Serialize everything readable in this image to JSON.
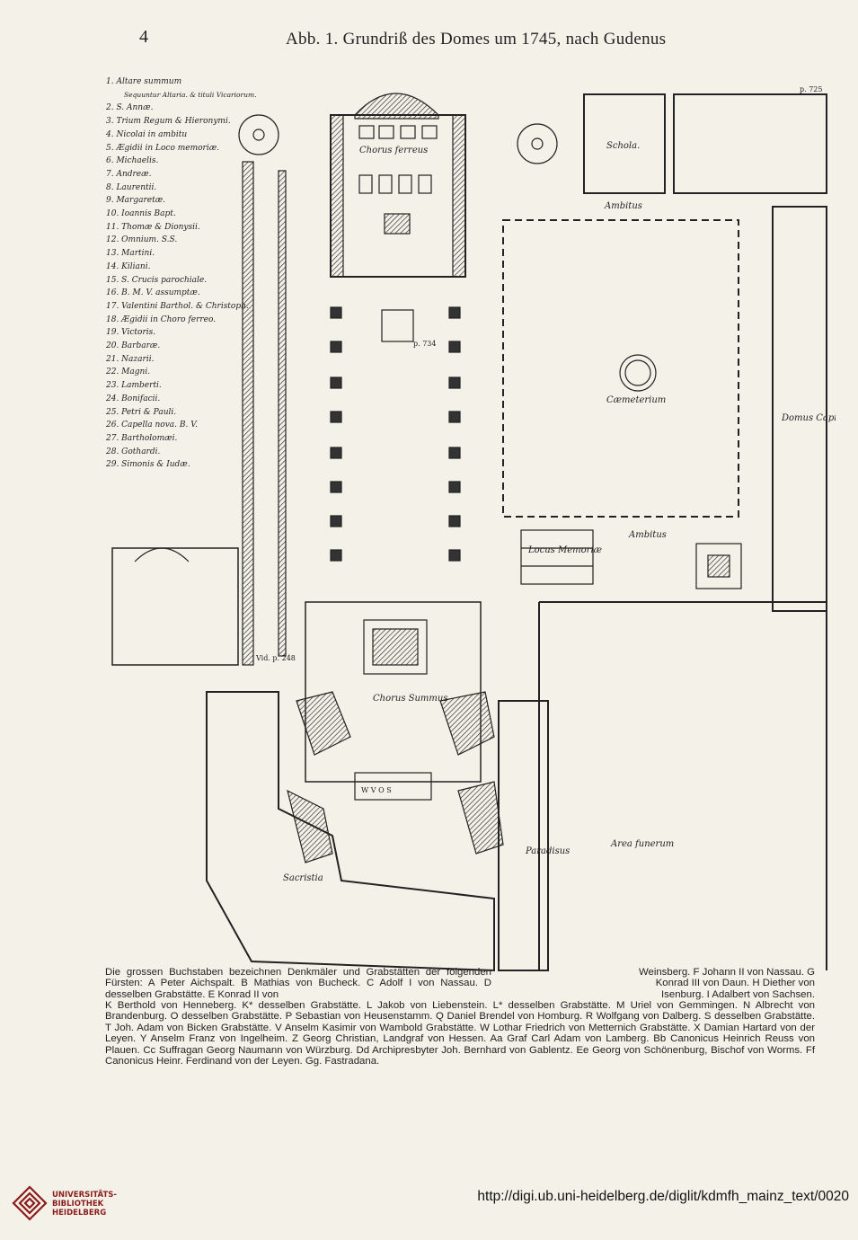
{
  "page": {
    "number": "4",
    "running_head": "Abb. 1. Grundriß des Domes um 1745, nach Gudenus"
  },
  "legend": {
    "items": [
      "1. Altare summum",
      "Sequuntur Altaria. & tituli Vicariorum.",
      "2. S. Annæ.",
      "3. Trium Regum & Hieronymi.",
      "4. Nicolai in ambitu",
      "5. Ægidii in Loco memoriæ.",
      "6. Michaelis.",
      "7. Andreæ.",
      "8. Laurentii.",
      "9. Margaretæ.",
      "10. Ioannis Bapt.",
      "11. Thomæ & Dionysii.",
      "12. Omnium. S.S.",
      "13. Martini.",
      "14. Kiliani.",
      "15. S. Crucis parochiale.",
      "16. B. M. V. assumptæ.",
      "17. Valentini Barthol. & Christoph.",
      "18. Ægidii in Choro ferreo.",
      "19. Victoris.",
      "20. Barbaræ.",
      "21. Nazarii.",
      "22. Magni.",
      "23. Lamberti.",
      "24. Bonifacii.",
      "25. Petri & Pauli.",
      "26. Capella nova. B. V.",
      "27. Bartholomæi.",
      "28. Gothardi.",
      "29. Simonis & Iudæ."
    ]
  },
  "plan_labels": {
    "chorus_ferreus": "Chorus ferreus",
    "schola": "Schola.",
    "ambitus": "Ambitus",
    "coemeterium": "Cæmeterium",
    "domus_capitularis": "Domus Capitularis",
    "locus_memoriae": "Locus Memoriæ",
    "chorus_summus": "Chorus Summus",
    "paradisus": "Paradisus",
    "area_funerum": "Area funerum",
    "sacristia": "Sacristia",
    "page_ref_1": "p. 725",
    "page_ref_2": "p. 734",
    "page_ref_3": "Vid. p. 248",
    "wvos": "W V O S"
  },
  "caption": {
    "left": "Die grossen Buchstaben bezeichnen Denkmäler und Grabstätten der folgenden Fürsten: A Peter Aichspalt. B Mathias von Bucheck. C Adolf I von Nassau. D desselben Grabstätte. E Konrad II von",
    "right": "Weinsberg. F Johann II von Nassau. G Konrad III von Daun. H Diether von Isenburg. I Adalbert von Sachsen.",
    "full": "K Berthold von Henneberg. K* desselben Grabstätte. L Jakob von Liebenstein. L* desselben Grabstätte. M Uriel von Gemmingen. N Albrecht von Brandenburg. O desselben Grabstätte. P Sebastian von Heusenstamm. Q Daniel Brendel von Homburg. R Wolfgang von Dalberg. S desselben Grabstätte. T Joh. Adam von Bicken Grabstätte. V Anselm Kasimir von Wambold Grabstätte. W Lothar Friedrich von Metternich Grabstätte. X Damian Hartard von der Leyen. Y Anselm Franz von Ingelheim. Z Georg Christian, Landgraf von Hessen. Aa Graf Carl Adam von Lamberg. Bb Canonicus Heinrich Reuss von Plauen. Cc Suffragan Georg Naumann von Würzburg. Dd Archipresbyter Joh. Bernhard von Gablentz. Ee Georg von Schönenburg, Bischof von Worms. Ff Canonicus Heinr. Ferdinand von der Leyen. Gg. Fastradana."
  },
  "footer": {
    "library_name_line1": "UNIVERSITÄTS-",
    "library_name_line2": "BIBLIOTHEK",
    "library_name_line3": "HEIDELBERG",
    "url": "http://digi.ub.uni-heidelberg.de/diglit/kdmfh_mainz_text/0020"
  },
  "colors": {
    "paper": "#f4f1e8",
    "ink": "#222222",
    "library_red": "#8a1c1c"
  }
}
